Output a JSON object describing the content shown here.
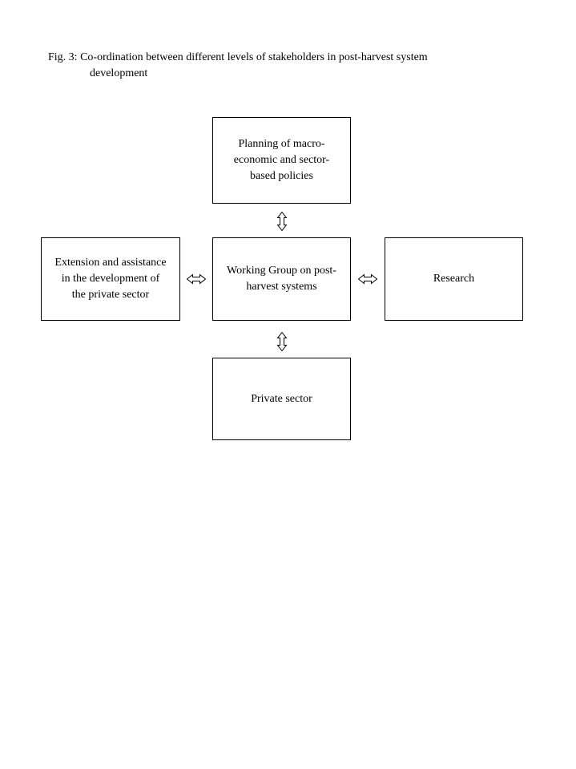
{
  "page": {
    "background_color": "#ffffff",
    "text_color": "#000000",
    "border_color": "#000000"
  },
  "figure": {
    "caption": "Fig. 3: Co-ordination between different levels of stakeholders in post-harvest system\ndevelopment"
  },
  "boxes": {
    "planning": {
      "label": "Planning of macro-\neconomic and sector-\nbased policies"
    },
    "extension": {
      "label": "Extension and assistance\nin the development of\nthe private sector"
    },
    "working_group": {
      "label": "Working Group on post-\nharvest systems"
    },
    "research": {
      "label": "Research"
    },
    "private_sector": {
      "label": "Private sector"
    }
  },
  "connectors": {
    "planning_to_working_group": "up-down-hollow-arrow",
    "working_group_to_private_sector": "up-down-hollow-arrow",
    "extension_to_working_group": "left-right-hollow-arrow",
    "working_group_to_research": "left-right-hollow-arrow"
  }
}
